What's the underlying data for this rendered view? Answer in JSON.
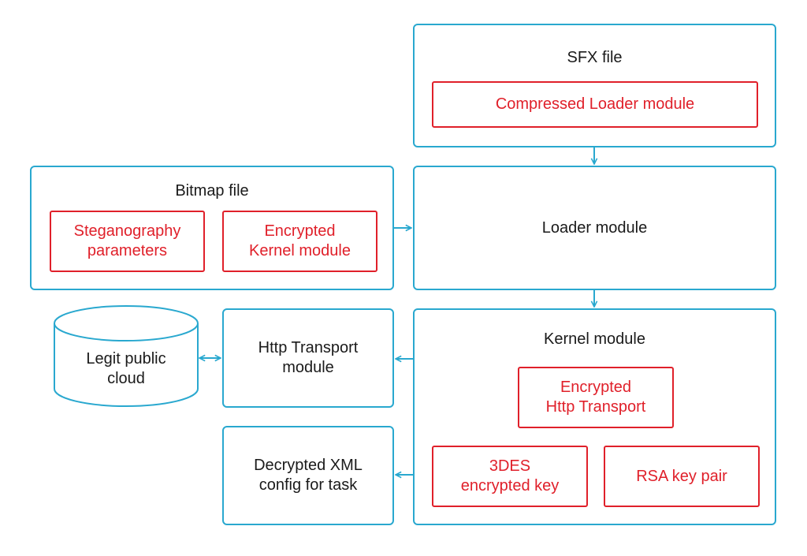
{
  "colors": {
    "container_border": "#29a8cf",
    "component_border": "#e0202a",
    "component_text": "#e0202a",
    "text": "#1a1a1a"
  },
  "sfx": {
    "title": "SFX file",
    "compressed_loader": "Compressed Loader module"
  },
  "bitmap": {
    "title": "Bitmap file",
    "steganography": "Steganography\nparameters",
    "encrypted_kernel": "Encrypted\nKernel module"
  },
  "loader": {
    "title": "Loader module"
  },
  "kernel": {
    "title": "Kernel module",
    "encrypted_http": "Encrypted\nHttp Transport",
    "des_key": "3DES\nencrypted key",
    "rsa": "RSA key pair"
  },
  "http_transport": {
    "title": "Http Transport\nmodule"
  },
  "cloud": {
    "title": "Legit public\ncloud"
  },
  "xml_config": {
    "title": "Decrypted XML\nconfig for task"
  }
}
